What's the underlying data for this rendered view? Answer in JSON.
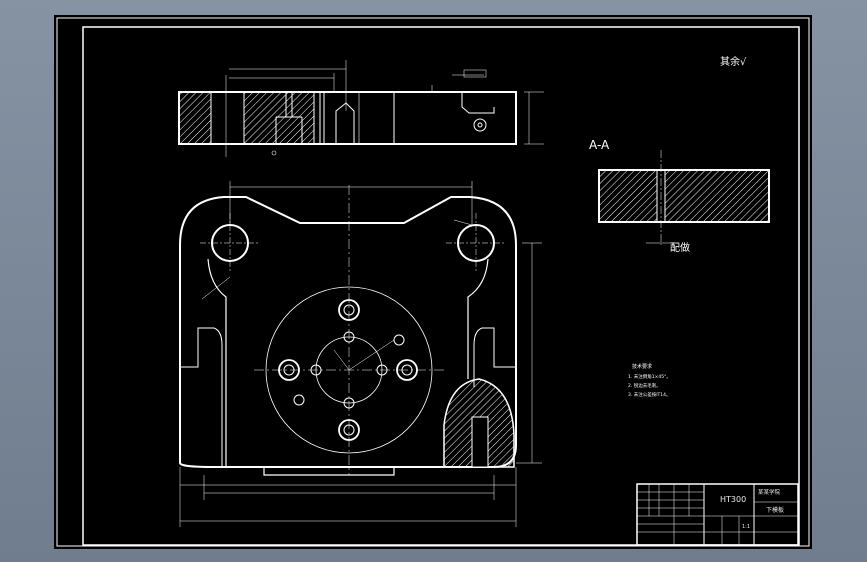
{
  "drawing": {
    "background_color": "#000000",
    "line_color": "#ffffff",
    "surround_color": "#7a8899",
    "section_label": "A-A",
    "corner_note": "其余√",
    "tech_requirements_title": "技术要求",
    "tech_requirements": [
      "1. 未注倒角1×45°。",
      "2. 锐边去毛刺。",
      "3. 未注公差按IT14。"
    ],
    "section_note": "配做"
  },
  "title_block": {
    "material": "HT300",
    "part_name": "下模板",
    "scale": "1:1",
    "institution": "某某学院"
  }
}
